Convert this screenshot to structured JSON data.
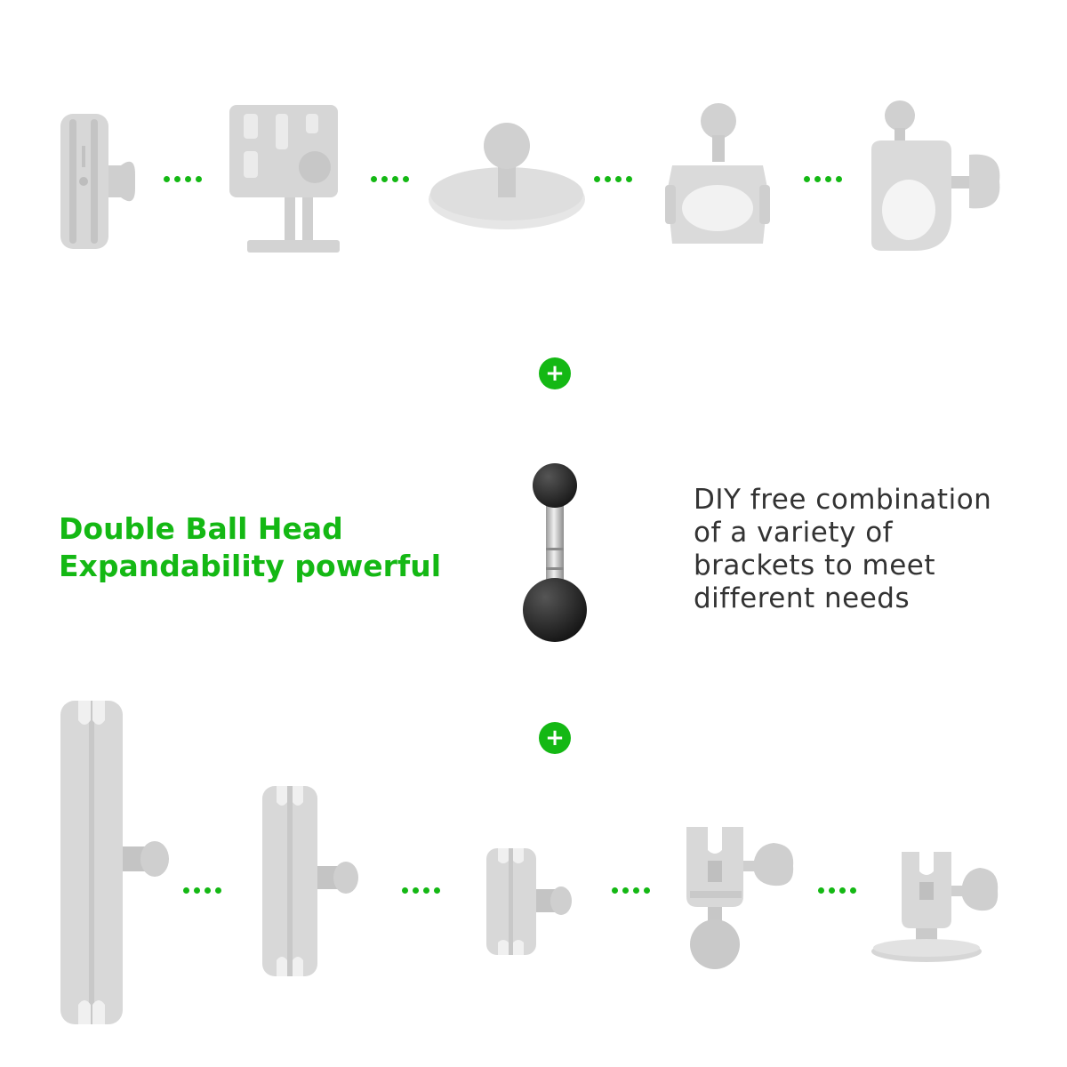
{
  "colors": {
    "accent": "#14b814",
    "background": "#ffffff",
    "bracket_gray": "#d6d6d6",
    "ball_black": "#1f1f1f",
    "text_dark": "#333333"
  },
  "headline": {
    "line1": "Double Ball Head",
    "line2": "Expandability powerful"
  },
  "description": {
    "lines": [
      "DIY free combination",
      "of a variety of",
      "brackets to meet",
      "different needs"
    ]
  },
  "plus_symbol": "+",
  "icons": {
    "plus": "plus-icon",
    "connector": "dotted-connector-icon"
  },
  "product_images": {
    "top_row": [
      "clamp-mount-image",
      "phone-cradle-image",
      "suction-base-image",
      "bar-clamp-image",
      "rail-clamp-image"
    ],
    "center": "double-ball-arm-image",
    "bottom_row": [
      "long-arm-image",
      "medium-arm-image",
      "short-arm-image",
      "arm-with-ball-image",
      "arm-with-base-image"
    ]
  }
}
